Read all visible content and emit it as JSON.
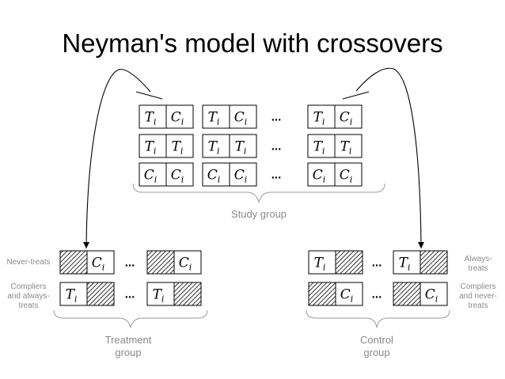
{
  "title": "Neyman's model with crossovers",
  "study_group": {
    "label": "Study group",
    "rows": [
      {
        "pairs": [
          [
            "T",
            "C"
          ],
          [
            "T",
            "C"
          ],
          [
            "T",
            "C"
          ]
        ]
      },
      {
        "pairs": [
          [
            "T",
            "T"
          ],
          [
            "T",
            "T"
          ],
          [
            "T",
            "T"
          ]
        ]
      },
      {
        "pairs": [
          [
            "C",
            "C"
          ],
          [
            "C",
            "C"
          ],
          [
            "C",
            "C"
          ]
        ]
      }
    ],
    "subscript": "i",
    "ellipsis": "..."
  },
  "treatment_group": {
    "label_line1": "Treatment",
    "label_line2": "group",
    "row_labels": [
      {
        "lines": [
          "Never-treats"
        ]
      },
      {
        "lines": [
          "Compliers",
          "and always-",
          "treats"
        ]
      }
    ],
    "rows": [
      {
        "pairs": [
          [
            "hatch",
            "C"
          ],
          [
            "hatch",
            "C"
          ]
        ]
      },
      {
        "pairs": [
          [
            "T",
            "hatch"
          ],
          [
            "T",
            "hatch"
          ]
        ]
      }
    ]
  },
  "control_group": {
    "label_line1": "Control",
    "label_line2": "group",
    "row_labels": [
      {
        "lines": [
          "Always-",
          "treats"
        ]
      },
      {
        "lines": [
          "Compliers",
          "and never-",
          "treats"
        ]
      }
    ],
    "rows": [
      {
        "pairs": [
          [
            "T",
            "hatch"
          ],
          [
            "T",
            "hatch"
          ]
        ]
      },
      {
        "pairs": [
          [
            "hatch",
            "C"
          ],
          [
            "hatch",
            "C"
          ]
        ]
      }
    ]
  }
}
